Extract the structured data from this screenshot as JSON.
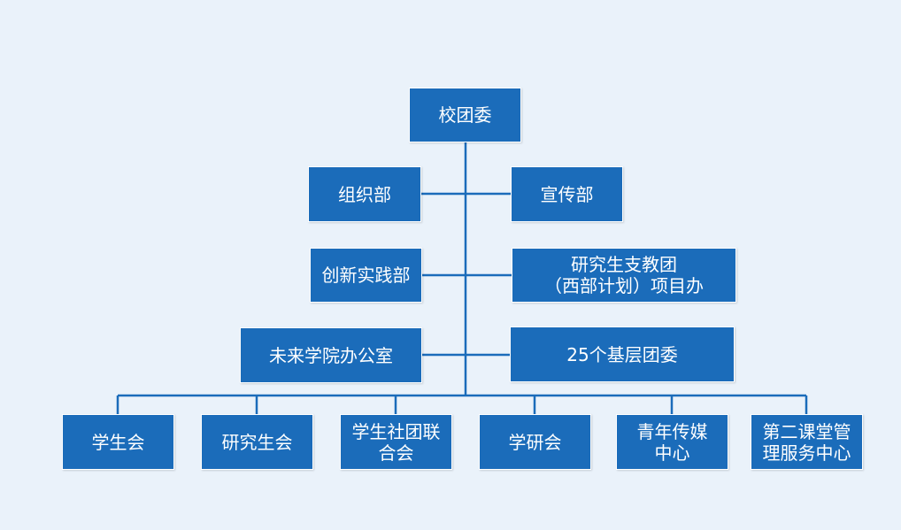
{
  "org_chart": {
    "root": "校团委",
    "left_departments": [
      "组织部",
      "创新实践部",
      "未来学院办公室"
    ],
    "right_departments": [
      "宣传部",
      "研究生支教团\n（西部计划）项目办",
      "25个基层团委"
    ],
    "bottom_units": [
      "学生会",
      "研究生会",
      "学生社团联\n合会",
      "学研会",
      "青年传媒\n中心",
      "第二课堂管\n理服务中心"
    ]
  },
  "colors": {
    "background": "#eaf2fa",
    "box_fill": "#1b6cba",
    "box_text": "#ffffff",
    "connector": "#1b6cba"
  }
}
